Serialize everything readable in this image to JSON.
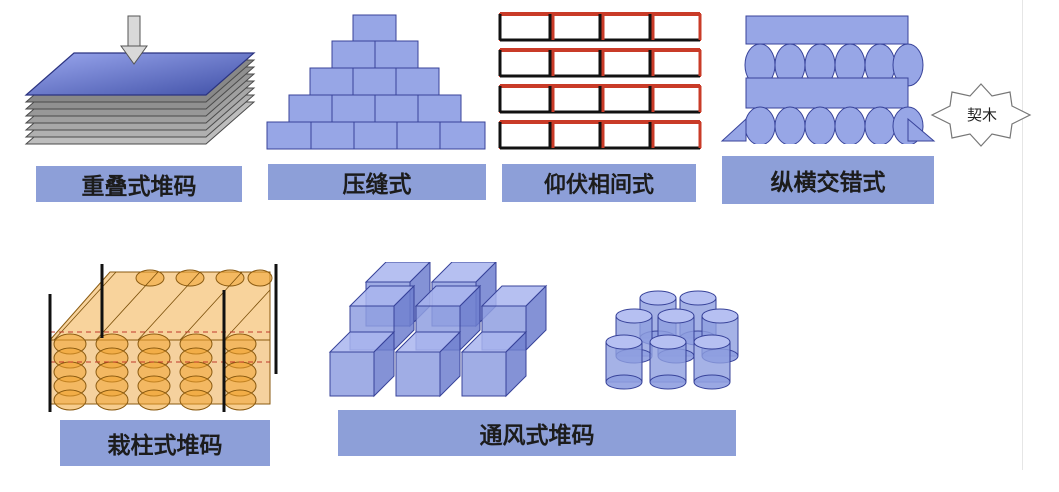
{
  "labels": {
    "stacked": "重叠式堆码",
    "staggered": "压缝式",
    "alternating": "仰伏相间式",
    "crisscross": "纵横交错式",
    "pillar": "栽柱式堆码",
    "ventilated": "通风式堆码",
    "wedge": "契木"
  },
  "colors": {
    "block_fill": "#97a6e6",
    "block_stroke": "#38439a",
    "label_bg": "#8d9fd8",
    "cylinder_fill": "#f0a432",
    "frame_red": "#d03a24",
    "sheet_gray": "#8a8a8a"
  }
}
